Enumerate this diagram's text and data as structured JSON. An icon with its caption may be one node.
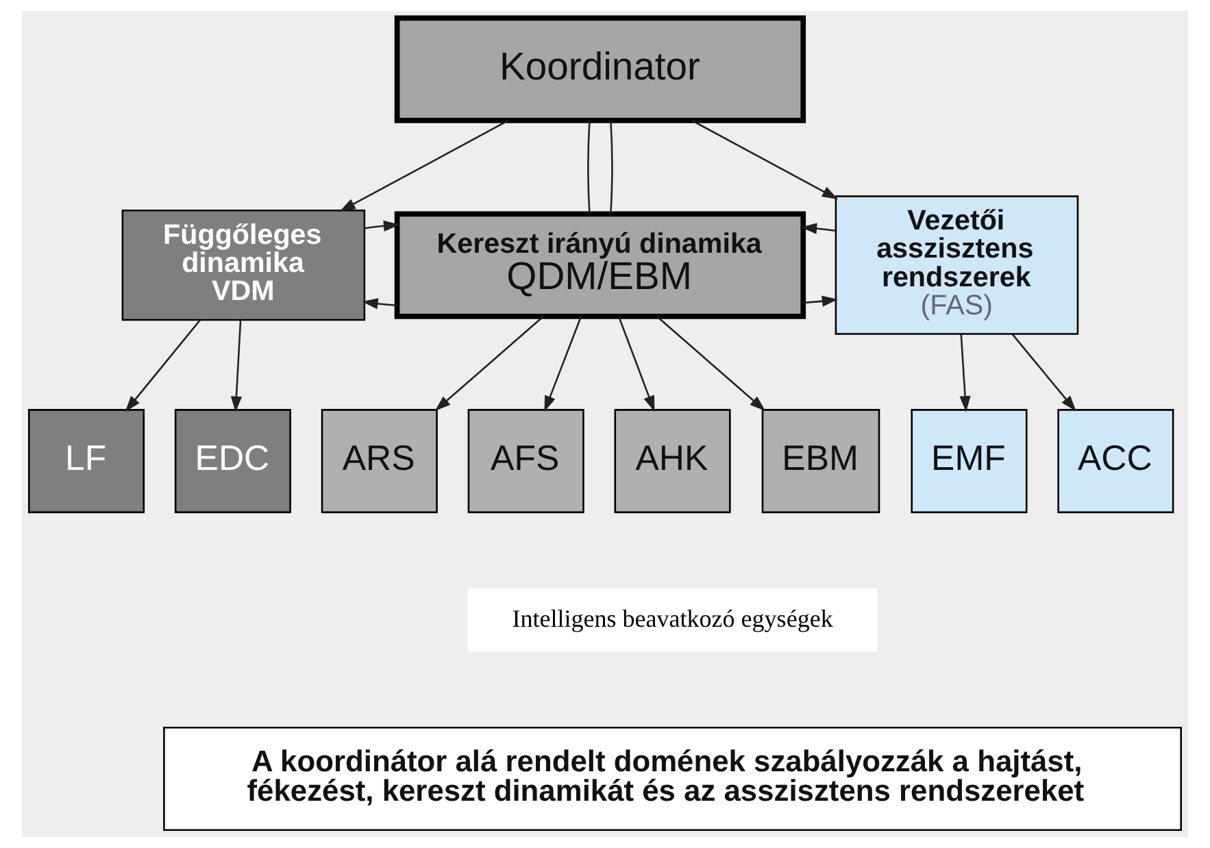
{
  "diagram": {
    "nodes": [
      {
        "text": [
          "Koordinator"
        ]
      },
      {
        "text": [
          "Függőleges dinamika VDM"
        ]
      },
      {
        "text": [
          "Kereszt irányú dinamika",
          "QDM/EBM"
        ]
      },
      {
        "text": [
          "Vezetői asszisztens rendszerek",
          "(FAS)"
        ]
      },
      {
        "text": [
          "LF"
        ]
      },
      {
        "text": [
          "EDC"
        ]
      },
      {
        "text": [
          "ARS"
        ]
      },
      {
        "text": [
          "AFS"
        ]
      },
      {
        "text": [
          "AHK"
        ]
      },
      {
        "text": [
          "EBM"
        ]
      },
      {
        "text": [
          "EMF"
        ]
      },
      {
        "text": [
          "ACC"
        ]
      },
      {
        "text": [
          "A koordinátor alá rendelt domének szabályozzák a hajtást, fékezést, kereszt dinamikát és az asszisztens rendszereket"
        ]
      }
    ],
    "edges": [
      {
        "from": 0,
        "to": 1,
        "arrow": "to"
      },
      {
        "from": 0,
        "to": 3,
        "arrow": "to"
      },
      {
        "from": 0,
        "to": 2,
        "arrow": "none"
      },
      {
        "from": 0,
        "to": 2,
        "arrow": "none"
      },
      {
        "from": 2,
        "to": 1,
        "arrow": "to"
      },
      {
        "from": 1,
        "to": 2,
        "arrow": "to"
      },
      {
        "from": 2,
        "to": 3,
        "arrow": "to"
      },
      {
        "from": 3,
        "to": 2,
        "arrow": "to"
      },
      {
        "from": 1,
        "to": 4,
        "arrow": "to"
      },
      {
        "from": 1,
        "to": 5,
        "arrow": "to"
      },
      {
        "from": 2,
        "to": 6,
        "arrow": "to"
      },
      {
        "from": 2,
        "to": 7,
        "arrow": "to"
      },
      {
        "from": 2,
        "to": 8,
        "arrow": "to"
      },
      {
        "from": 2,
        "to": 9,
        "arrow": "to"
      },
      {
        "from": 3,
        "to": 10,
        "arrow": "to"
      },
      {
        "from": 3,
        "to": 11,
        "arrow": "to"
      }
    ],
    "labels": [
      "Intelligens beavatkozó egységek"
    ]
  }
}
